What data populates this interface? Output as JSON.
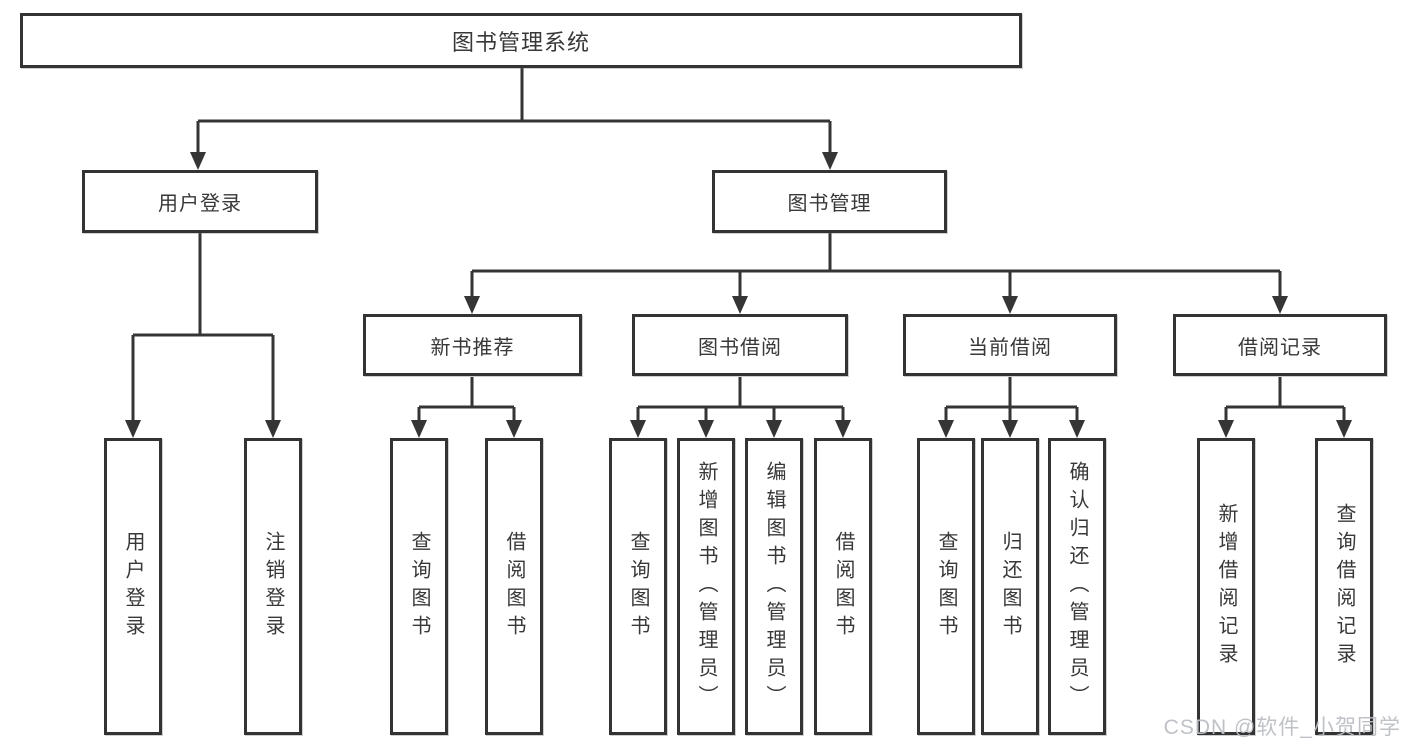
{
  "tree": {
    "label": "图书管理系统",
    "children": [
      {
        "label": "用户登录",
        "children": [
          {
            "label": "用户登录"
          },
          {
            "label": "注销登录"
          }
        ]
      },
      {
        "label": "图书管理",
        "children": [
          {
            "label": "新书推荐",
            "children": [
              {
                "label": "查询图书"
              },
              {
                "label": "借阅图书"
              }
            ]
          },
          {
            "label": "图书借阅",
            "children": [
              {
                "label": "查询图书"
              },
              {
                "label": "新增图书（管理员）"
              },
              {
                "label": "编辑图书（管理员）"
              },
              {
                "label": "借阅图书"
              }
            ]
          },
          {
            "label": "当前借阅",
            "children": [
              {
                "label": "查询图书"
              },
              {
                "label": "归还图书"
              },
              {
                "label": "确认归还（管理员）"
              }
            ]
          },
          {
            "label": "借阅记录",
            "children": [
              {
                "label": "新增借阅记录"
              },
              {
                "label": "查询借阅记录"
              }
            ]
          }
        ]
      }
    ]
  },
  "watermark": "CSDN @软件_小贺同学",
  "colors": {
    "line": "#353535",
    "box_border": "#333333",
    "text": "#383838",
    "background": "#ffffff",
    "watermark": "#babec3"
  }
}
